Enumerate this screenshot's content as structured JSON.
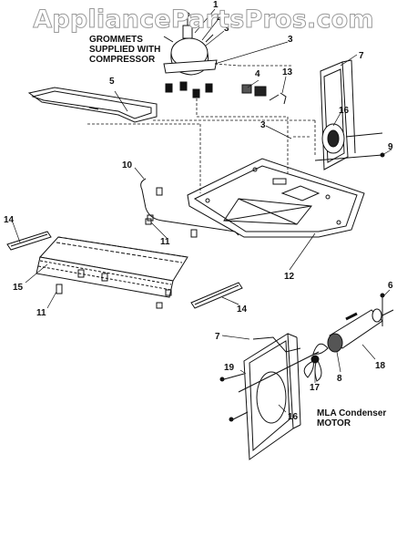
{
  "watermark": "AppliancePartsPros.com",
  "notes": {
    "grommets": [
      "GROMMETS",
      "SUPPLIED WITH",
      "COMPRESSOR"
    ],
    "condenser_motor": [
      "MLA Condenser",
      "MOTOR"
    ]
  },
  "callouts": {
    "n1": "1",
    "n2": "2",
    "n3a": "3",
    "n3b": "3",
    "n4": "4",
    "n5": "5",
    "n6": "6",
    "n7a": "7",
    "n7b": "7",
    "n8": "8",
    "n9": "9",
    "n10": "10",
    "n11a": "11",
    "n11b": "11",
    "n12": "12",
    "n13": "13",
    "n14a": "14",
    "n14b": "14",
    "n15": "15",
    "n16a": "16",
    "n16b": "16",
    "n17": "17",
    "n18": "18",
    "n19": "19"
  }
}
